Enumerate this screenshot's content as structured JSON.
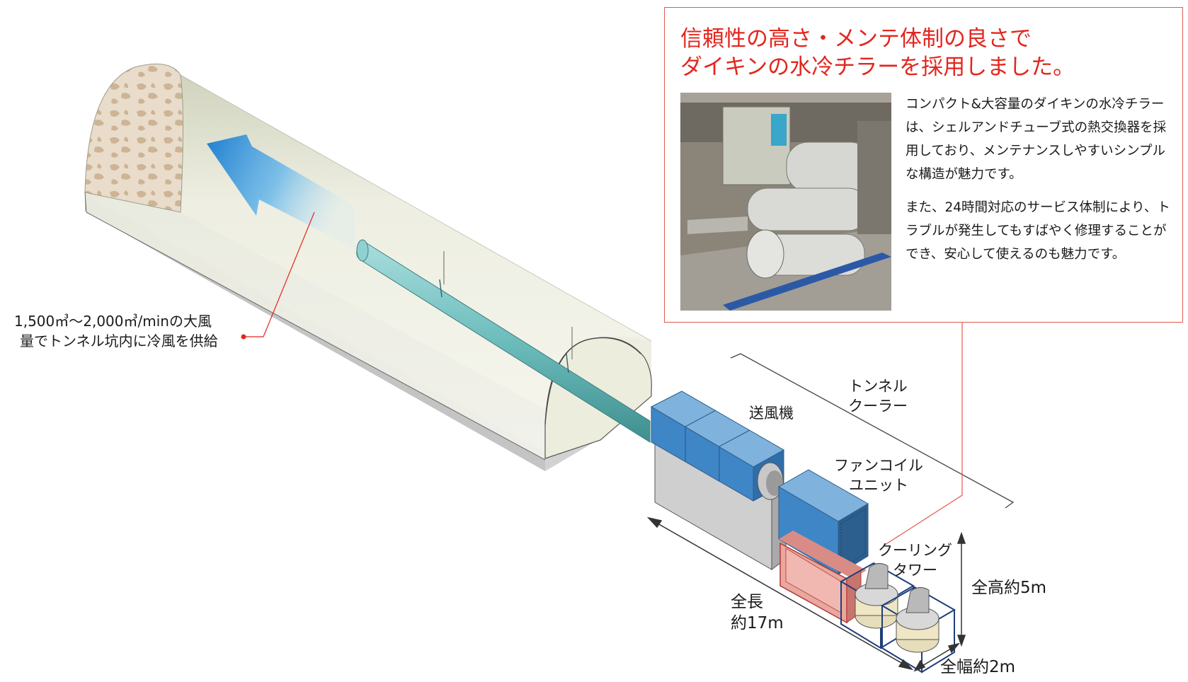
{
  "callout": {
    "title_line1": "信頼性の高さ・メンテ体制の良さで",
    "title_line2": "ダイキンの水冷チラーを採用しました。",
    "para1": "コンパクト&大容量のダイキンの水冷チラーは、シェルアンドチューブ式の熱交換器を採用しており、メンテナンスしやすいシンプルな構造が魅力です。",
    "para2": "また、24時間対応のサービス体制により、トラブルが発生してもすばやく修理することができ、安心して使えるのも魅力です。"
  },
  "labels": {
    "airflow_line1": "1,500㎥〜2,000㎥/minの大風",
    "airflow_line2": "量でトンネル坑内に冷風を供給",
    "blower": "送風機",
    "tunnel_cooler_line1": "トンネル",
    "tunnel_cooler_line2": "クーラー",
    "fan_coil_line1": "ファンコイル",
    "fan_coil_line2": "ユニット",
    "cooling_tower_line1": "クーリング",
    "cooling_tower_line2": "タワー",
    "total_height": "全高約5m",
    "total_length_line1": "全長",
    "total_length_line2": "約17m",
    "total_width": "全幅約2m"
  },
  "colors": {
    "accent_red": "#e3261e",
    "callout_border": "#e05a4e",
    "equipment_blue": "#3f86c6",
    "duct_teal": "#6fbfc0",
    "tunnel_fill": "#e6e7d9",
    "floor_gray": "#d4d4d4"
  }
}
